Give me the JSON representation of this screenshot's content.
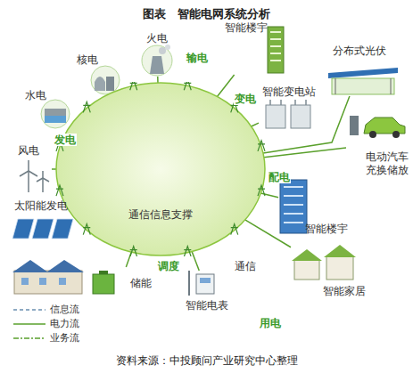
{
  "diagram": {
    "title": "图表　智能电网系统分析",
    "caption": "资料来源：中投顾问产业研究中心整理",
    "nodes": [
      {
        "text": [
          "通信信息支撑"
        ]
      },
      {
        "text": [
          "火电"
        ]
      },
      {
        "text": [
          "核电"
        ]
      },
      {
        "text": [
          "水电"
        ]
      },
      {
        "text": [
          "风电"
        ]
      },
      {
        "text": [
          "太阳能发电"
        ]
      },
      {
        "text": [
          "储能"
        ]
      },
      {
        "text": [
          "智能楼宇"
        ]
      },
      {
        "text": [
          "智能变电站"
        ]
      },
      {
        "text": [
          "分布式光伏"
        ]
      },
      {
        "text": [
          "电动汽车 充换储放"
        ]
      },
      {
        "text": [
          "智能楼宇"
        ]
      },
      {
        "text": [
          "智能家居"
        ]
      },
      {
        "text": [
          "智能电表"
        ]
      }
    ],
    "edges": [
      {
        "from": 0,
        "to": 1,
        "arrow": "none"
      },
      {
        "from": 0,
        "to": 2,
        "arrow": "none"
      },
      {
        "from": 0,
        "to": 3,
        "arrow": "none"
      },
      {
        "from": 0,
        "to": 4,
        "arrow": "none"
      },
      {
        "from": 0,
        "to": 5,
        "arrow": "none"
      },
      {
        "from": 0,
        "to": 6,
        "arrow": "none"
      },
      {
        "from": 0,
        "to": 7,
        "arrow": "none"
      },
      {
        "from": 0,
        "to": 8,
        "arrow": "none"
      },
      {
        "from": 0,
        "to": 9,
        "arrow": "none"
      },
      {
        "from": 0,
        "to": 10,
        "arrow": "none"
      },
      {
        "from": 0,
        "to": 11,
        "arrow": "none"
      },
      {
        "from": 0,
        "to": 12,
        "arrow": "none"
      },
      {
        "from": 0,
        "to": 13,
        "arrow": "none"
      }
    ],
    "labels": [
      "输电",
      "发电",
      "变电",
      "配电",
      "调度",
      "通信",
      "用电"
    ],
    "legend": [
      {
        "text": "信息流"
      },
      {
        "text": "电力流"
      },
      {
        "text": "业务流"
      }
    ]
  }
}
